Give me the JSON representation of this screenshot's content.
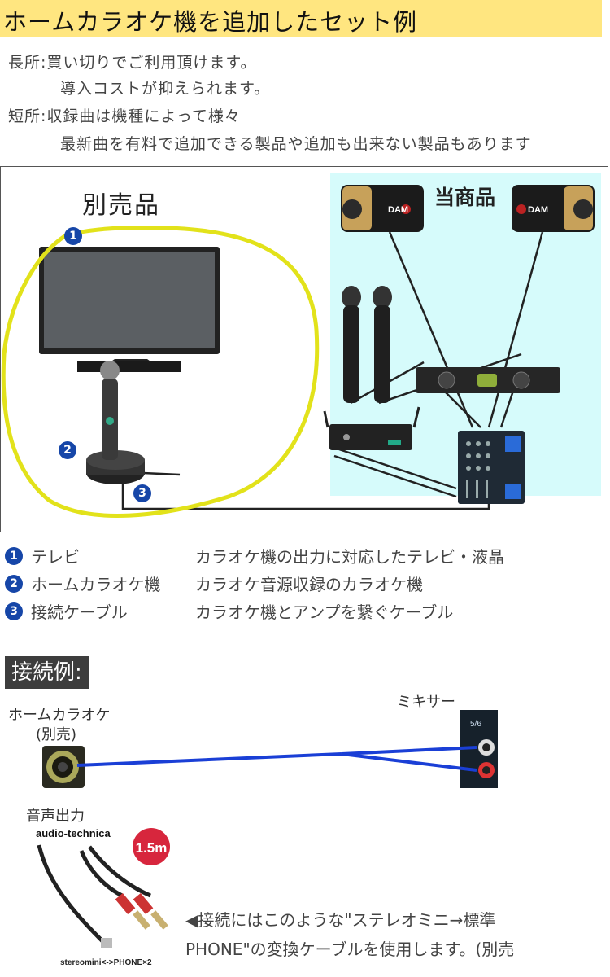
{
  "header": {
    "title": "ホームカラオケ機を追加したセット例",
    "pros_line1": "長所:買い切りでご利用頂けます。",
    "pros_line2": "導入コストが抑えられます。",
    "cons_line1": "短所:収録曲は機種によって様々",
    "cons_line2": "最新曲を有料で追加できる製品や追加も出来ない製品もあります"
  },
  "diagram": {
    "separate_label": "別売品",
    "product_label": "当商品",
    "speaker_brand": "DAM",
    "numbers": [
      "1",
      "2",
      "3"
    ]
  },
  "legend": [
    {
      "num": "1",
      "item": "テレビ",
      "desc": "カラオケ機の出力に対応したテレビ・液晶"
    },
    {
      "num": "2",
      "item": "ホームカラオケ機",
      "desc": "カラオケ音源収録のカラオケ機"
    },
    {
      "num": "3",
      "item": "接続ケーブル",
      "desc": "カラオケ機とアンプを繋ぐケーブル"
    }
  ],
  "connection": {
    "title": "接続例:",
    "home_karaoke": "ホームカラオケ",
    "home_karaoke_sub": "(別売)",
    "mixer": "ミキサー",
    "mixer_channel": "5/6",
    "audio_out": "音声出力",
    "brand": "audio-technica",
    "length": "1.5m",
    "cable_caption": "stereomini<->PHONE×2",
    "note_line1": "◀接続にはこのような\"ステレオミニ→標準",
    "note_line2": "PHONE\"の変換ケーブルを使用します。(別売"
  },
  "colors": {
    "title_bg": "#ffe680",
    "product_bg": "#d6fbfb",
    "badge": "#1646a8",
    "cable_blue": "#1a3fd6",
    "ring_yellow": "#e2e21a",
    "length_badge": "#d7263d"
  }
}
